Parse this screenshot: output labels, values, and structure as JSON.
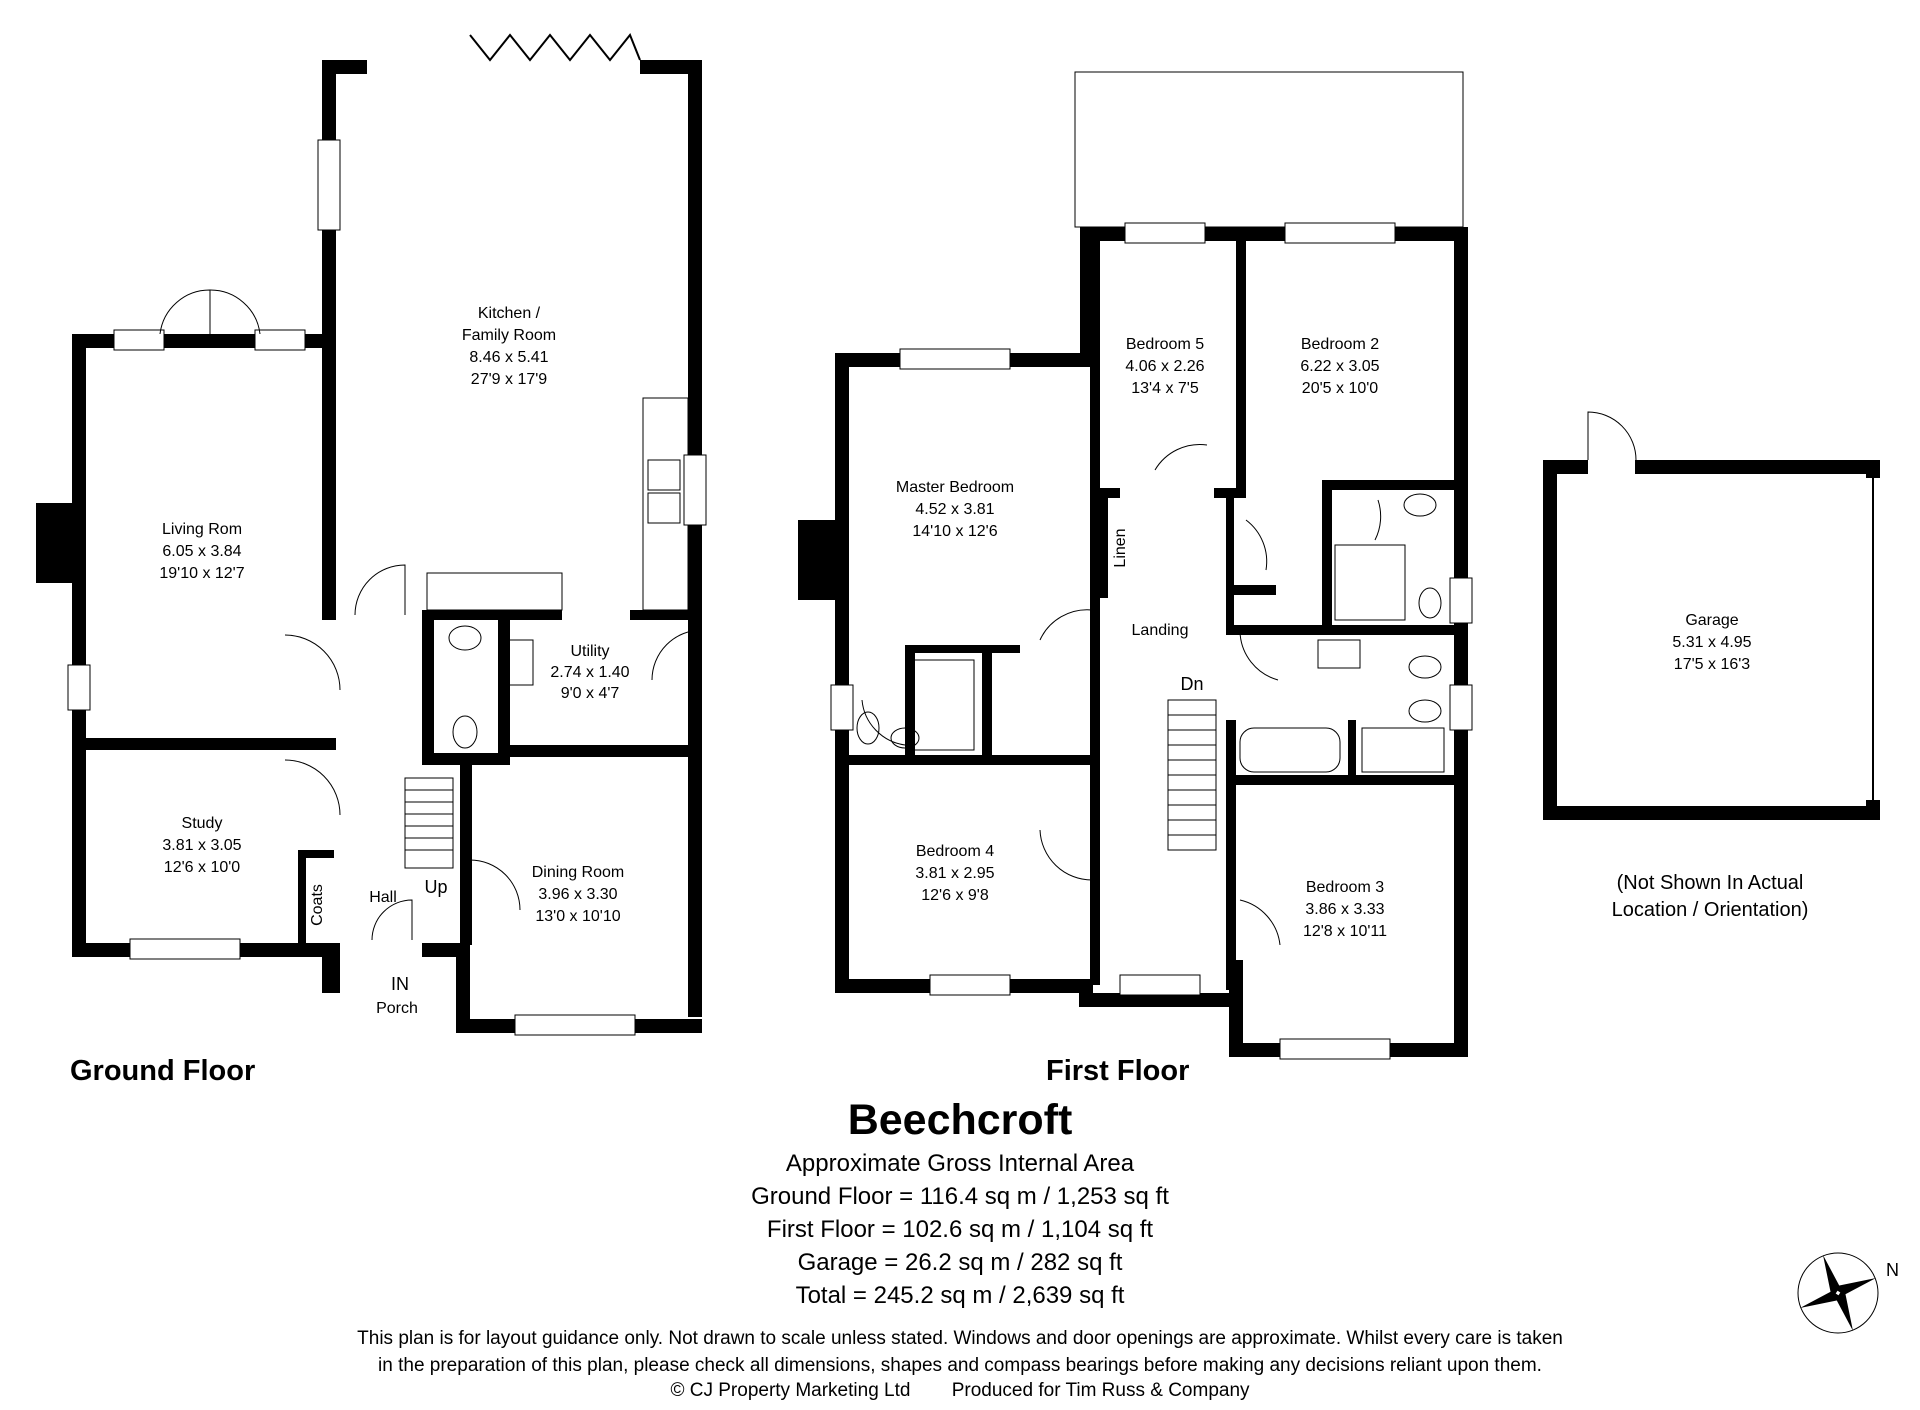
{
  "floors": {
    "ground_floor_label": "Ground Floor",
    "first_floor_label": "First Floor"
  },
  "ground_floor": {
    "kitchen": {
      "line1": "Kitchen /",
      "line2": "Family Room",
      "metric": "8.46 x 5.41",
      "imperial": "27'9 x 17'9"
    },
    "living": {
      "name": "Living Rom",
      "metric": "6.05 x 3.84",
      "imperial": "19'10 x 12'7"
    },
    "utility": {
      "name": "Utility",
      "metric": "2.74 x 1.40",
      "imperial": "9'0 x 4'7"
    },
    "study": {
      "name": "Study",
      "metric": "3.81 x 3.05",
      "imperial": "12'6 x 10'0"
    },
    "dining": {
      "name": "Dining Room",
      "metric": "3.96 x 3.30",
      "imperial": "13'0 x 10'10"
    },
    "coats": "Coats",
    "hall": "Hall",
    "up": "Up",
    "in": "IN",
    "porch": "Porch"
  },
  "first_floor": {
    "master": {
      "name": "Master Bedroom",
      "metric": "4.52 x 3.81",
      "imperial": "14'10 x 12'6"
    },
    "bed5": {
      "name": "Bedroom 5",
      "metric": "4.06 x 2.26",
      "imperial": "13'4 x 7'5"
    },
    "bed2": {
      "name": "Bedroom 2",
      "metric": "6.22 x 3.05",
      "imperial": "20'5 x 10'0"
    },
    "bed4": {
      "name": "Bedroom 4",
      "metric": "3.81 x 2.95",
      "imperial": "12'6 x 9'8"
    },
    "bed3": {
      "name": "Bedroom 3",
      "metric": "3.86 x 3.33",
      "imperial": "12'8 x 10'11"
    },
    "linen": "Linen",
    "landing": "Landing",
    "dn": "Dn"
  },
  "garage": {
    "name": "Garage",
    "metric": "5.31 x 4.95",
    "imperial": "17'5 x 16'3"
  },
  "note": {
    "line1": "(Not Shown In Actual",
    "line2": "Location / Orientation)"
  },
  "property": {
    "title": "Beechcroft",
    "subtitle": "Approximate Gross Internal Area",
    "ground": "Ground Floor = 116.4 sq m / 1,253 sq ft",
    "first": "First Floor = 102.6 sq m / 1,104 sq ft",
    "garage": "Garage = 26.2 sq m / 282 sq ft",
    "total": "Total = 245.2 sq m / 2,639 sq ft"
  },
  "disclaimer": {
    "line1": "This plan is for layout guidance only. Not drawn to scale unless stated. Windows and door openings are approximate. Whilst every care is taken",
    "line2": "in the preparation of this plan, please check all dimensions, shapes and compass bearings before making any decisions reliant upon them."
  },
  "credits": {
    "copyright": "© CJ Property Marketing Ltd",
    "produced": "Produced for Tim Russ & Company"
  },
  "compass": {
    "north": "N"
  }
}
